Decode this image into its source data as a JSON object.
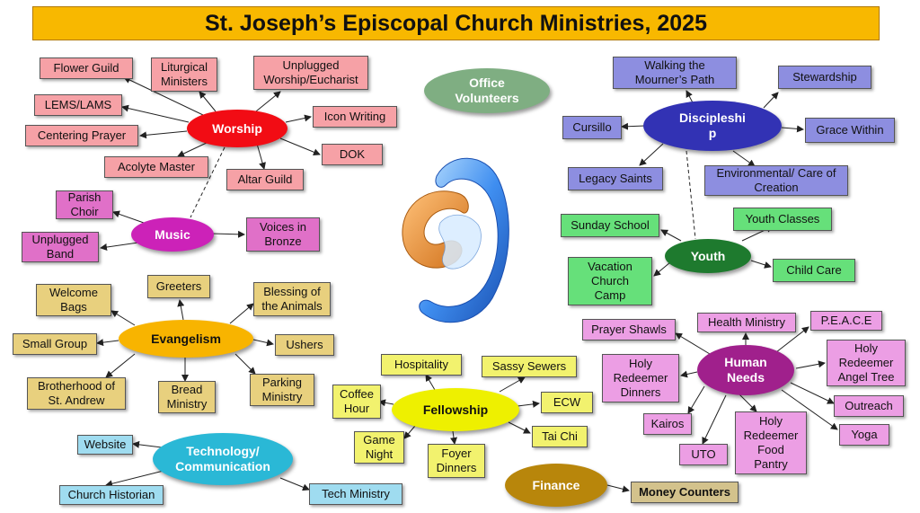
{
  "title": "St. Joseph’s Episcopal Church Ministries, 2025",
  "hubs": {
    "worship": "Worship",
    "music": "Music",
    "evangelism": "Evangelism",
    "technology": "Technology/\nCommunication",
    "fellowship": "Fellowship",
    "finance": "Finance",
    "office": "Office\nVolunteers",
    "discipleship": "Discipleshi\np",
    "youth": "Youth",
    "human_needs": "Human\nNeeds"
  },
  "ministries": {
    "worship": [
      "Flower Guild",
      "Liturgical\nMinisters",
      "Unplugged\nWorship/Eucharist",
      "LEMS/LAMS",
      "Icon Writing",
      "Centering Prayer",
      "DOK",
      "Acolyte Master",
      "Altar Guild"
    ],
    "music": [
      "Parish\nChoir",
      "Unplugged\nBand",
      "Voices in\nBronze"
    ],
    "evangelism": [
      "Welcome\nBags",
      "Greeters",
      "Blessing of\nthe Animals",
      "Small Group",
      "Ushers",
      "Brotherhood of\nSt. Andrew",
      "Bread\nMinistry",
      "Parking\nMinistry"
    ],
    "technology": [
      "Website",
      "Church Historian",
      "Tech Ministry"
    ],
    "fellowship": [
      "Hospitality",
      "Sassy Sewers",
      "Coffee\nHour",
      "ECW",
      "Game\nNight",
      "Foyer\nDinners",
      "Tai Chi"
    ],
    "finance": [
      "Money Counters"
    ],
    "discipleship": [
      "Walking the\nMourner’s Path",
      "Stewardship",
      "Cursillo",
      "Grace Within",
      "Legacy Saints",
      "Environmental/ Care of\nCreation"
    ],
    "youth": [
      "Sunday School",
      "Youth Classes",
      "Vacation\nChurch\nCamp",
      "Child Care"
    ],
    "human_needs": [
      "Prayer Shawls",
      "Health Ministry",
      "P.E.A.C.E",
      "Holy\nRedeemer\nDinners",
      "Holy\nRedeemer\nAngel Tree",
      "Outreach",
      "Kairos",
      "Holy\nRedeemer\nFood\nPantry",
      "Yoga",
      "UTO"
    ]
  },
  "colors": {
    "title": "#f8b800",
    "worship_hub": "#f20c14",
    "music_hub": "#cc22b8",
    "evangelism_hub": "#f8b400",
    "technology_hub": "#2ab8d6",
    "fellowship_hub": "#eef000",
    "finance_hub": "#b8860b",
    "office_hub": "#7fae82",
    "discipleship_hub": "#3232b4",
    "youth_hub": "#1e7a2e",
    "human_needs_hub": "#a0208c"
  },
  "logo_icon": "st-joseph-logo-icon"
}
